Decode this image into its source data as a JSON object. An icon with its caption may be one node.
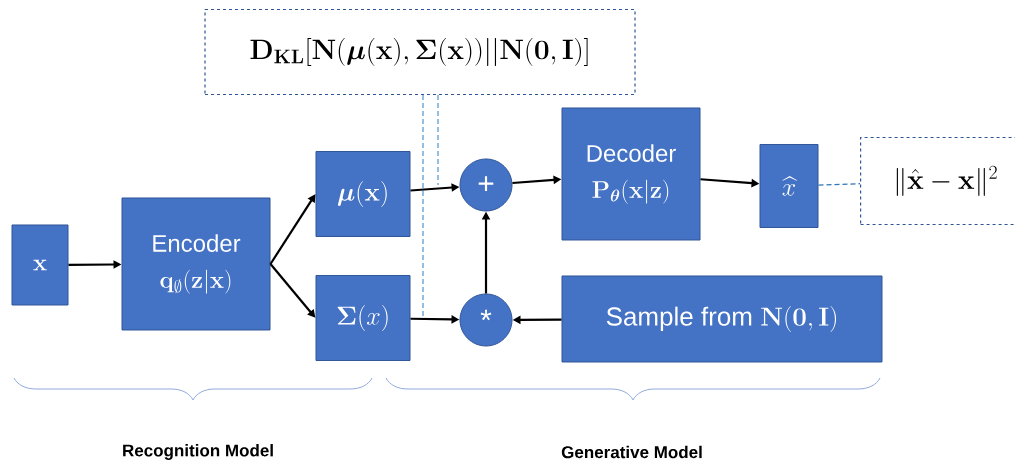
{
  "diagram": {
    "nodes": [
      {
        "text": [
          "\\mathbf{x}"
        ]
      },
      {
        "text": [
          "Encoder",
          "\\mathbf{q}_{\\emptyset}(\\mathbf{z}|\\mathbf{x})"
        ]
      },
      {
        "text": [
          "\\boldsymbol{\\mu}(\\mathbf{x})"
        ]
      },
      {
        "text": [
          "\\boldsymbol{\\Sigma}(x)"
        ]
      },
      {
        "text": [
          "+"
        ]
      },
      {
        "text": [
          "*"
        ]
      },
      {
        "text": [
          "Decoder",
          "\\mathbf{P}_{\\boldsymbol{\\theta}}(\\mathbf{x}|\\mathbf{z})"
        ]
      },
      {
        "text": [
          "\\widehat{x}"
        ]
      },
      {
        "text": [
          "\\text{Sample from }\\mathbf{N}(\\mathbf{0},\\mathbf{I})"
        ]
      },
      {
        "text": [
          "\\mathbf{D}_{\\mathbf{KL}}[\\mathbf{N}(\\boldsymbol{\\mu}(\\mathbf{x}),\\boldsymbol{\\Sigma}(\\mathbf{x}))||\\mathbf{N}(\\mathbf{0},\\mathbf{I})]"
        ]
      },
      {
        "text": [
          "\\|\\hat{\\mathbf{x}}-\\mathbf{x}\\|^{2}"
        ]
      }
    ],
    "edges": [
      {
        "from": 0,
        "to": 1,
        "arrow": "to"
      },
      {
        "from": 1,
        "to": 2,
        "arrow": "to"
      },
      {
        "from": 1,
        "to": 3,
        "arrow": "to"
      },
      {
        "from": 2,
        "to": 4,
        "arrow": "to"
      },
      {
        "from": 3,
        "to": 5,
        "arrow": "to"
      },
      {
        "from": 8,
        "to": 5,
        "arrow": "to"
      },
      {
        "from": 5,
        "to": 4,
        "arrow": "to"
      },
      {
        "from": 4,
        "to": 6,
        "arrow": "to"
      },
      {
        "from": 6,
        "to": 7,
        "arrow": "to"
      },
      {
        "from": 7,
        "to": 10,
        "arrow": "none",
        "style": "dashed",
        "color": "#2e75b6"
      },
      {
        "from": 9,
        "to": null,
        "arrow": "none",
        "style": "dashed",
        "color": "#5b9bd5"
      },
      {
        "from": 9,
        "to": null,
        "arrow": "none",
        "style": "dashed",
        "color": "#5b9bd5"
      }
    ],
    "labels": [
      "Recognition Model",
      "Generative Model"
    ]
  }
}
